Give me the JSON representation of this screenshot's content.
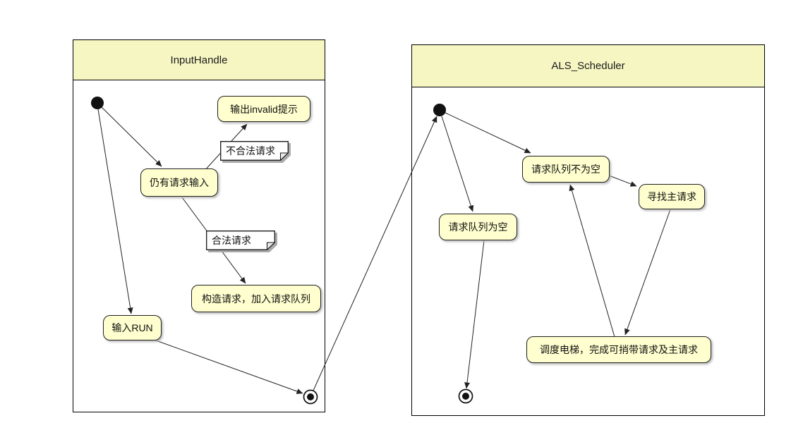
{
  "diagram_type": "uml-state-diagram",
  "frames": [
    {
      "title": "InputHandle"
    },
    {
      "title": "ALS_Scheduler"
    }
  ],
  "states": {
    "invalid_msg": "输出invalid提示",
    "still_input": "仍有请求输入",
    "build_request": "构造请求，加入请求队列",
    "input_run": "输入RUN",
    "queue_not_empty": "请求队列不为空",
    "find_main": "寻找主请求",
    "queue_empty": "请求队列为空",
    "schedule": "调度电梯，完成可捎带请求及主请求"
  },
  "notes": {
    "invalid": "不合法请求",
    "valid": "合法请求"
  },
  "edges": [
    {
      "from": "initial-inputhandle",
      "to": "still-input-state"
    },
    {
      "from": "initial-inputhandle",
      "to": "input-run-state"
    },
    {
      "from": "still-input-state",
      "to": "invalid-msg-state",
      "label": "不合法请求"
    },
    {
      "from": "still-input-state",
      "to": "build-request-state",
      "label": "合法请求"
    },
    {
      "from": "input-run-state",
      "to": "final-inputhandle"
    },
    {
      "from": "final-inputhandle",
      "to": "initial-als"
    },
    {
      "from": "initial-als",
      "to": "queue-not-empty-state"
    },
    {
      "from": "initial-als",
      "to": "queue-empty-state"
    },
    {
      "from": "queue-not-empty-state",
      "to": "find-main-state"
    },
    {
      "from": "find-main-state",
      "to": "schedule-state"
    },
    {
      "from": "schedule-state",
      "to": "queue-not-empty-state"
    },
    {
      "from": "queue-empty-state",
      "to": "final-als"
    }
  ],
  "colors": {
    "state_fill": "#FEFECE",
    "header_fill": "#F6F6C3",
    "note_fill": "#FFFFFF",
    "border": "#222222",
    "edge": "#222222",
    "node": "#111111"
  }
}
